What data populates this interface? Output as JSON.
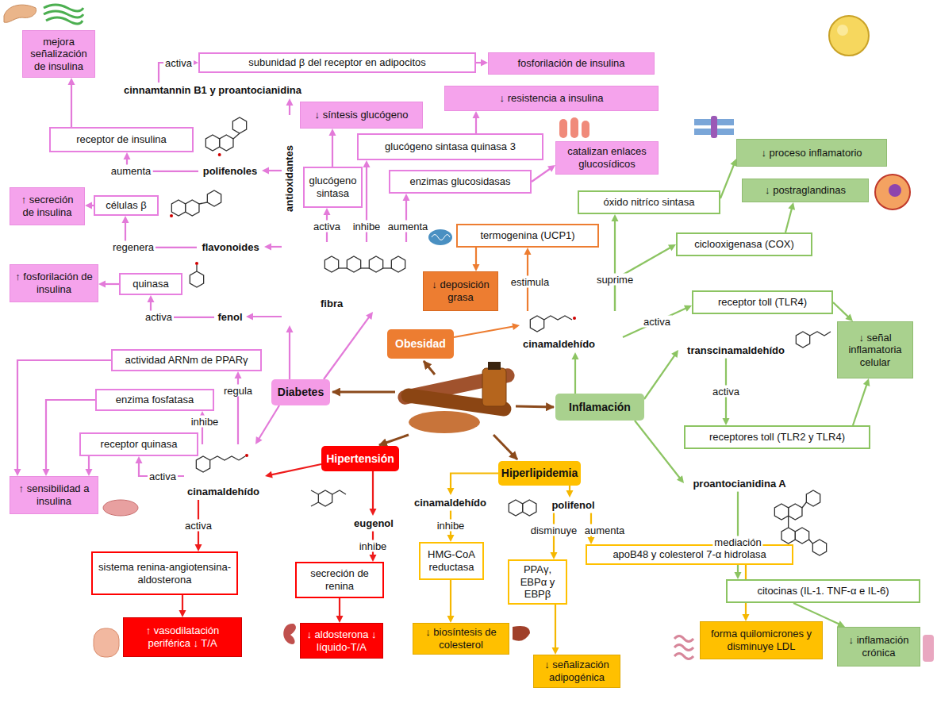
{
  "diagram": {
    "nodes": [
      {
        "text": [
          "Obesidad"
        ]
      },
      {
        "text": [
          "Diabetes"
        ]
      },
      {
        "text": [
          "Inflamación"
        ]
      },
      {
        "text": [
          "Hipertensión"
        ]
      },
      {
        "text": [
          "Hiperlipidemia"
        ]
      },
      {
        "text": [
          "mejora señalización de insulina"
        ]
      },
      {
        "text": [
          "cinnamtannin B1 y proantocianidina"
        ]
      },
      {
        "text": [
          "subunidad β del receptor en adipocitos"
        ]
      },
      {
        "text": [
          "fosforilación de insulina"
        ]
      },
      {
        "text": [
          "receptor de insulina"
        ]
      },
      {
        "text": [
          "polifenoles"
        ]
      },
      {
        "text": [
          "↑ secreción de insulina"
        ]
      },
      {
        "text": [
          "células β"
        ]
      },
      {
        "text": [
          "flavonoides"
        ]
      },
      {
        "text": [
          "↑ fosforilación de insulina"
        ]
      },
      {
        "text": [
          "quinasa"
        ]
      },
      {
        "text": [
          "fenol"
        ]
      },
      {
        "text": [
          "↓ síntesis glucógeno"
        ]
      },
      {
        "text": [
          "glucógeno sintasa"
        ]
      },
      {
        "text": [
          "glucógeno sintasa quinasa 3"
        ]
      },
      {
        "text": [
          "↓ resistencia a insulina"
        ]
      },
      {
        "text": [
          "enzimas glucosidasas"
        ]
      },
      {
        "text": [
          "catalizan enlaces glucosídicos"
        ]
      },
      {
        "text": [
          "fibra"
        ]
      },
      {
        "text": [
          "antioxidantes"
        ]
      },
      {
        "text": [
          "actividad ARNm de PPARγ"
        ]
      },
      {
        "text": [
          "enzima fosfatasa"
        ]
      },
      {
        "text": [
          "receptor quinasa"
        ]
      },
      {
        "text": [
          "↑ sensibilidad a insulina"
        ]
      },
      {
        "text": [
          "cinamaldehído"
        ]
      },
      {
        "text": [
          "sistema renina-angiotensina-aldosterona"
        ]
      },
      {
        "text": [
          "↑ vasodilatación periférica ↓ T/A"
        ]
      },
      {
        "text": [
          "eugenol"
        ]
      },
      {
        "text": [
          "secreción de renina"
        ]
      },
      {
        "text": [
          "↓ aldosterona ↓ líquido-T/A"
        ]
      },
      {
        "text": [
          "cinamaldehído"
        ]
      },
      {
        "text": [
          "HMG-CoA reductasa"
        ]
      },
      {
        "text": [
          "↓ biosíntesis de colesterol"
        ]
      },
      {
        "text": [
          "polifenol"
        ]
      },
      {
        "text": [
          "PPAγ, EBPα y EBPβ"
        ]
      },
      {
        "text": [
          "↓ señalización adipogénica"
        ]
      },
      {
        "text": [
          "apoB48 y colesterol 7-α hidrolasa"
        ]
      },
      {
        "text": [
          "forma quilomicrones y disminuye LDL"
        ]
      },
      {
        "text": [
          "termogenina (UCP1)"
        ]
      },
      {
        "text": [
          "↓ deposición grasa"
        ]
      },
      {
        "text": [
          "cinamaldehído"
        ]
      },
      {
        "text": [
          "↓ proceso inflamatorio"
        ]
      },
      {
        "text": [
          "óxido nitríco sintasa"
        ]
      },
      {
        "text": [
          "↓ postraglandinas"
        ]
      },
      {
        "text": [
          "ciclooxigenasa (COX)"
        ]
      },
      {
        "text": [
          "receptor toll (TLR4)"
        ]
      },
      {
        "text": [
          "↓ señal inflamatoria celular"
        ]
      },
      {
        "text": [
          "transcinamaldehído"
        ]
      },
      {
        "text": [
          "receptores toll (TLR2 y TLR4)"
        ]
      },
      {
        "text": [
          "proantocianidina A"
        ]
      },
      {
        "text": [
          "citocinas (IL-1. TNF-α e IL-6)"
        ]
      },
      {
        "text": [
          "↓ inflamación crónica"
        ]
      }
    ],
    "edges": [
      {
        "from": 1,
        "to": 24,
        "arrow": "to"
      },
      {
        "from": 1,
        "to": 23,
        "arrow": "to"
      },
      {
        "from": 1,
        "to": 29,
        "arrow": "to"
      },
      {
        "from": 24,
        "to": 6,
        "arrow": "to"
      },
      {
        "from": 24,
        "to": 10,
        "arrow": "to"
      },
      {
        "from": 24,
        "to": 13,
        "arrow": "to"
      },
      {
        "from": 24,
        "to": 16,
        "arrow": "to"
      },
      {
        "from": 6,
        "to": 7,
        "label": "activa",
        "arrow": "to"
      },
      {
        "from": 7,
        "to": 8,
        "arrow": "to"
      },
      {
        "from": 9,
        "to": 5,
        "arrow": "to"
      },
      {
        "from": 10,
        "to": 9,
        "label": "aumenta",
        "arrow": "to"
      },
      {
        "from": 13,
        "to": 12,
        "label": "regenera",
        "arrow": "to"
      },
      {
        "from": 12,
        "to": 11,
        "arrow": "to"
      },
      {
        "from": 16,
        "to": 15,
        "label": "activa",
        "arrow": "to"
      },
      {
        "from": 15,
        "to": 14,
        "arrow": "to"
      },
      {
        "from": 23,
        "to": 18,
        "label": "activa",
        "arrow": "to"
      },
      {
        "from": 23,
        "to": 19,
        "label": "inhibe",
        "arrow": "to"
      },
      {
        "from": 23,
        "to": 21,
        "label": "aumenta",
        "arrow": "to"
      },
      {
        "from": 18,
        "to": 17,
        "arrow": "to"
      },
      {
        "from": 19,
        "to": 20,
        "arrow": "to"
      },
      {
        "from": 21,
        "to": 22,
        "arrow": "to"
      },
      {
        "from": 29,
        "to": 27,
        "label": "activa",
        "arrow": "to"
      },
      {
        "from": 29,
        "to": 26,
        "label": "inhibe",
        "arrow": "to"
      },
      {
        "from": 29,
        "to": 25,
        "label": "regula",
        "arrow": "to"
      },
      {
        "from": 27,
        "to": 28,
        "arrow": "to"
      },
      {
        "from": 26,
        "to": 28,
        "arrow": "to"
      },
      {
        "from": 25,
        "to": 28,
        "arrow": "to"
      },
      {
        "from": 3,
        "to": 29,
        "arrow": "to"
      },
      {
        "from": 29,
        "to": 30,
        "label": "activa",
        "arrow": "to"
      },
      {
        "from": 30,
        "to": 31,
        "arrow": "to"
      },
      {
        "from": 3,
        "to": 32,
        "arrow": "to"
      },
      {
        "from": 32,
        "to": 33,
        "label": "inhibe",
        "arrow": "to"
      },
      {
        "from": 33,
        "to": 34,
        "arrow": "to"
      },
      {
        "from": 4,
        "to": 35,
        "arrow": "to"
      },
      {
        "from": 35,
        "to": 36,
        "label": "inhibe",
        "arrow": "to"
      },
      {
        "from": 36,
        "to": 37,
        "arrow": "to"
      },
      {
        "from": 4,
        "to": 38,
        "arrow": "to"
      },
      {
        "from": 38,
        "to": 39,
        "label": "disminuye",
        "arrow": "to"
      },
      {
        "from": 38,
        "to": 41,
        "label": "aumenta",
        "arrow": "to"
      },
      {
        "from": 39,
        "to": 40,
        "arrow": "to"
      },
      {
        "from": 41,
        "to": 42,
        "arrow": "to"
      },
      {
        "from": 0,
        "to": 45,
        "arrow": "to"
      },
      {
        "from": 45,
        "to": 43,
        "label": "estimula",
        "arrow": "to"
      },
      {
        "from": 43,
        "to": 44,
        "arrow": "to"
      },
      {
        "from": 2,
        "to": 45,
        "arrow": "to"
      },
      {
        "from": 45,
        "to": 47,
        "label": "suprime",
        "arrow": "to"
      },
      {
        "from": 45,
        "to": 49,
        "arrow": "to"
      },
      {
        "from": 45,
        "to": 50,
        "label": "activa",
        "arrow": "to"
      },
      {
        "from": 47,
        "to": 46,
        "arrow": "to"
      },
      {
        "from": 49,
        "to": 48,
        "arrow": "to"
      },
      {
        "from": 50,
        "to": 51,
        "arrow": "to"
      },
      {
        "from": 2,
        "to": 52,
        "arrow": "to"
      },
      {
        "from": 52,
        "to": 53,
        "label": "activa",
        "arrow": "to"
      },
      {
        "from": 53,
        "to": 51,
        "arrow": "to"
      },
      {
        "from": 2,
        "to": 54,
        "arrow": "to"
      },
      {
        "from": 54,
        "to": 55,
        "label": "mediación",
        "arrow": "to"
      },
      {
        "from": 55,
        "to": 56,
        "arrow": "to"
      }
    ]
  }
}
